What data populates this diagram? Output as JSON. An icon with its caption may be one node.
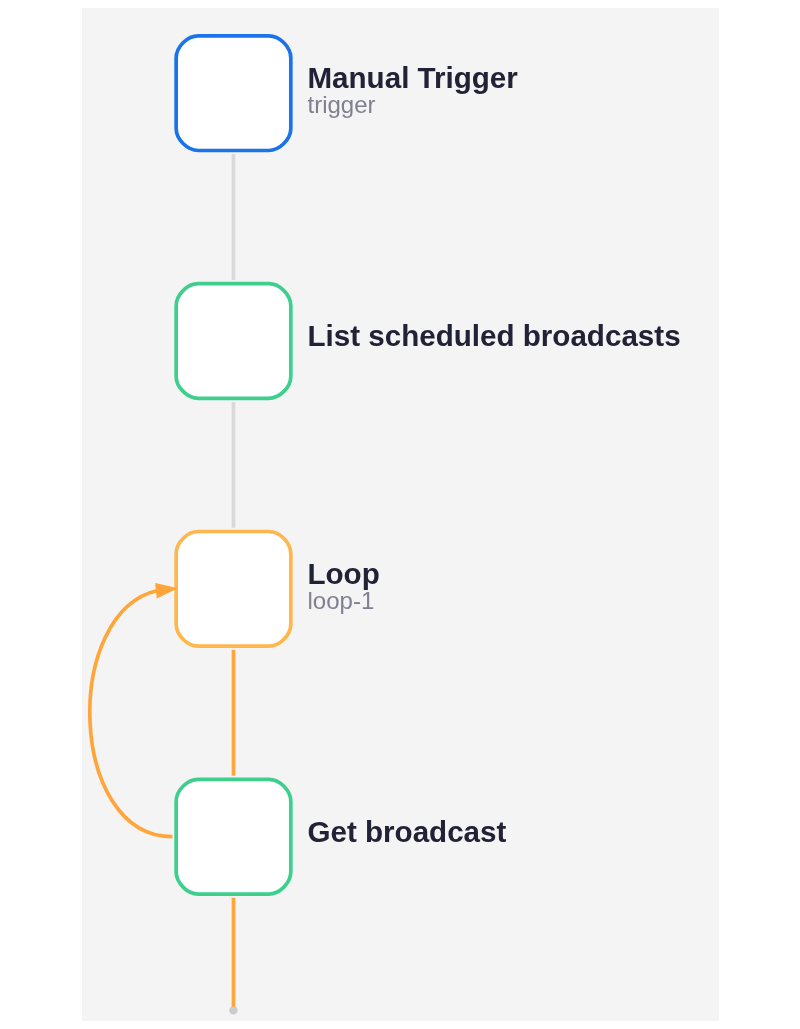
{
  "diagram": {
    "nodes": [
      {
        "text": [
          "Manual Trigger",
          "trigger"
        ]
      },
      {
        "text": [
          "List scheduled broadcasts"
        ]
      },
      {
        "text": [
          "Loop",
          "loop-1"
        ]
      },
      {
        "text": [
          "Get broadcast"
        ]
      }
    ],
    "edges": [
      {
        "from": 0,
        "to": 1,
        "arrow": "none",
        "color": "#d9d9d9"
      },
      {
        "from": 1,
        "to": 2,
        "arrow": "none",
        "color": "#d9d9d9"
      },
      {
        "from": 2,
        "to": 3,
        "arrow": "none",
        "color": "#ffa53a"
      },
      {
        "from": 3,
        "to": 2,
        "arrow": "to",
        "color": "#ffa53a"
      },
      {
        "from": 3,
        "to": null,
        "arrow": "none",
        "color": "#ffa53a"
      }
    ]
  }
}
